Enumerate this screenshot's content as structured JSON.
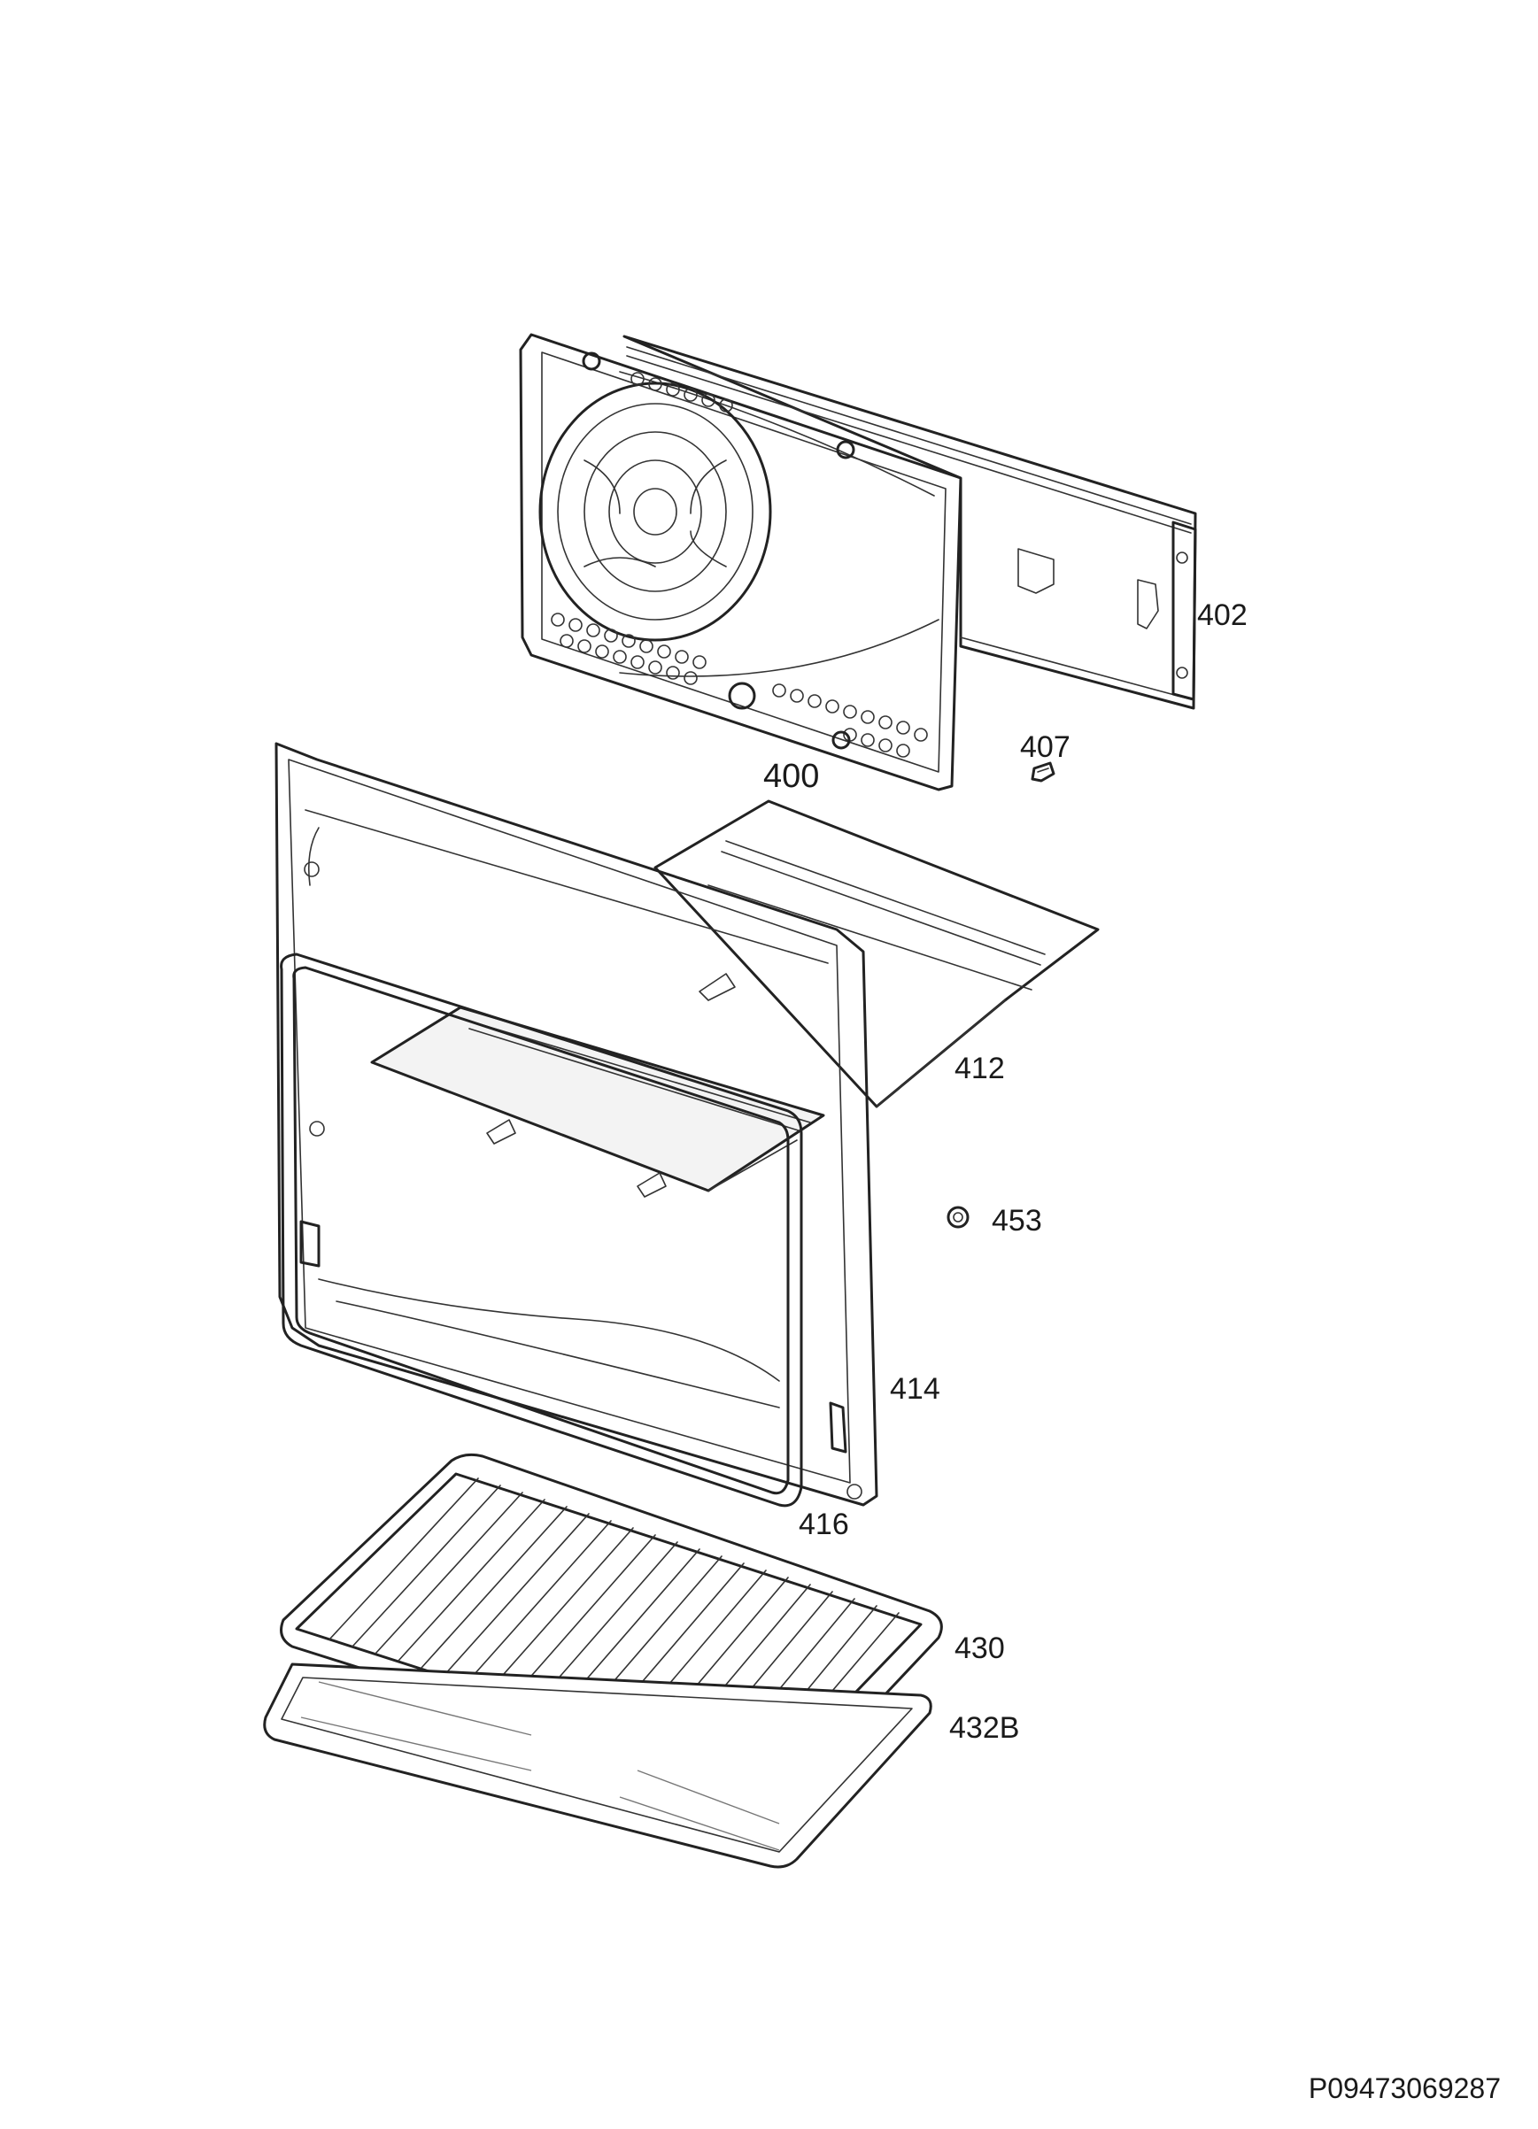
{
  "labels": {
    "p400": "400",
    "p402": "402",
    "p407": "407",
    "p412": "412",
    "p414": "414",
    "p416": "416",
    "p430": "430",
    "p432b": "432B",
    "p453": "453"
  },
  "drawing_code": "P09473069287"
}
